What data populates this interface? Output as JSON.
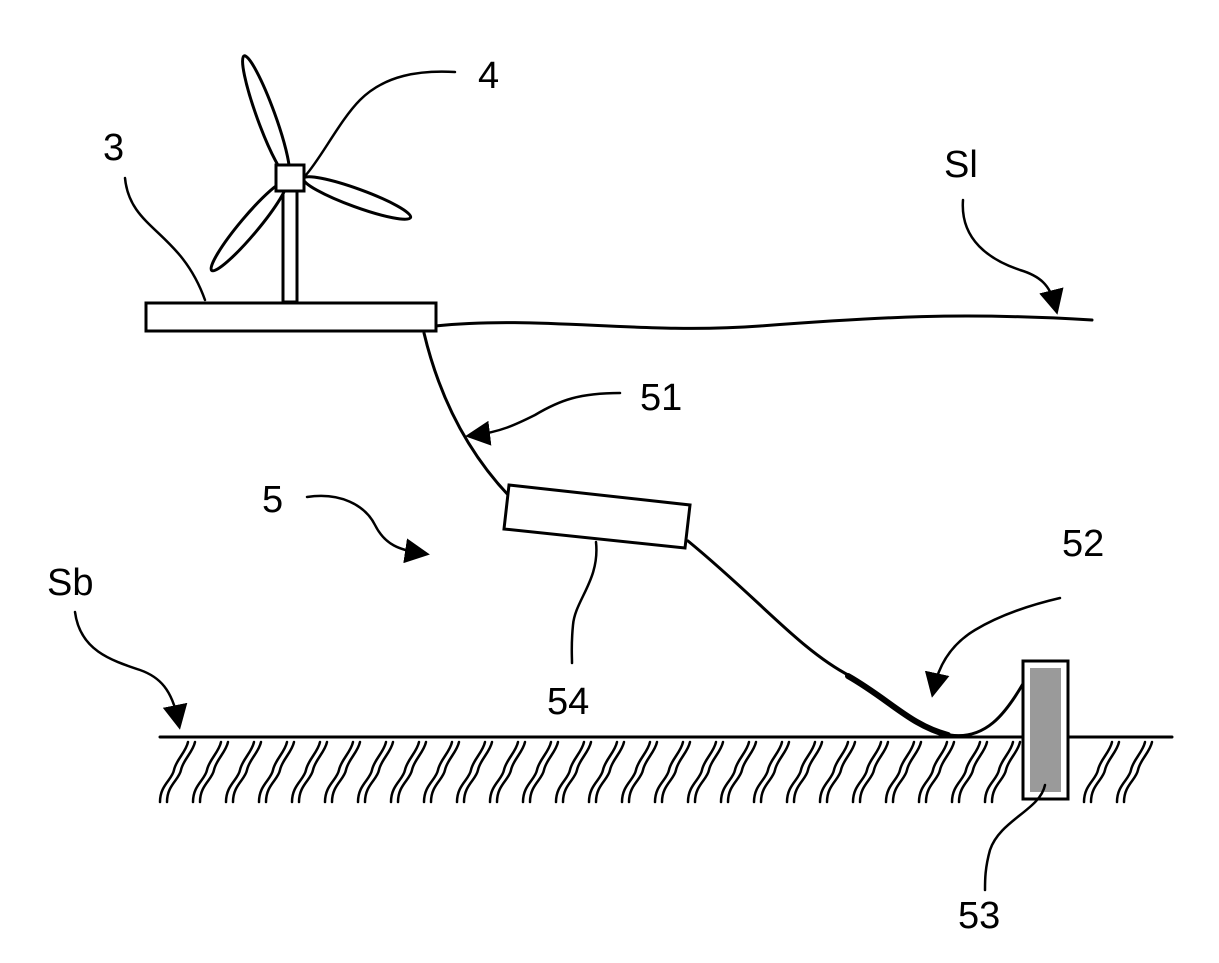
{
  "figure": {
    "labels": {
      "platform": "3",
      "turbine": "4",
      "sea_level": "Sl",
      "upper_cable": "51",
      "mooring_system": "5",
      "buoy": "54",
      "lower_cable": "52",
      "seabed": "Sb",
      "anchor": "53"
    },
    "colors": {
      "line": "#000000",
      "anchor_fill": "#9a9a9a",
      "background": "#ffffff"
    }
  }
}
